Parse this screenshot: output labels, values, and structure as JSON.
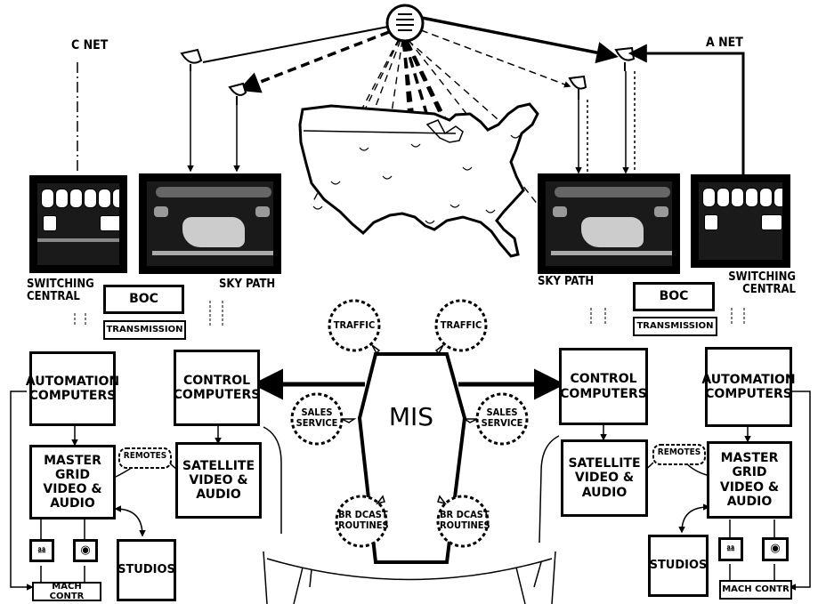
{
  "title": "",
  "nets": {
    "left": "C NET",
    "right": "A NET"
  },
  "monitors": {
    "left_switching": "SWITCHING CENTRAL",
    "left_sky": "SKY PATH",
    "right_sky": "SKY PATH",
    "right_switching": "SWITCHING CENTRAL"
  },
  "left": {
    "boc": "BOC",
    "transmission": "TRANSMISSION",
    "automation": [
      "AUTOMATION",
      "COMPUTERS"
    ],
    "control": [
      "CONTROL",
      "COMPUTERS"
    ],
    "master_grid": [
      "MASTER GRID",
      "VIDEO & AUDIO"
    ],
    "remotes": "REMOTES",
    "satellite": [
      "SATELLITE",
      "VIDEO & AUDIO"
    ],
    "studios": "STUDIOS",
    "mach_contr": "MACH CONTR"
  },
  "right": {
    "boc": "BOC",
    "transmission": "TRANSMISSION",
    "automation": [
      "AUTOMATION",
      "COMPUTERS"
    ],
    "control": [
      "CONTROL",
      "COMPUTERS"
    ],
    "master_grid": [
      "MASTER GRID",
      "VIDEO & AUDIO"
    ],
    "remotes": "REMOTES",
    "satellite": [
      "SATELLITE",
      "VIDEO & AUDIO"
    ],
    "studios": "STUDIOS",
    "mach_contr": "MACH CONTR"
  },
  "mis": {
    "center": "MIS",
    "traffic_left": "TRAFFIC",
    "traffic_right": "TRAFFIC",
    "sales_left": [
      "SALES",
      "SERVICE"
    ],
    "sales_right": [
      "SALES",
      "SERVICE"
    ],
    "brdcast_left": [
      "BR DCAST",
      "ROUTINES"
    ],
    "brdcast_right": [
      "BR DCAST",
      "ROUTINES"
    ]
  }
}
